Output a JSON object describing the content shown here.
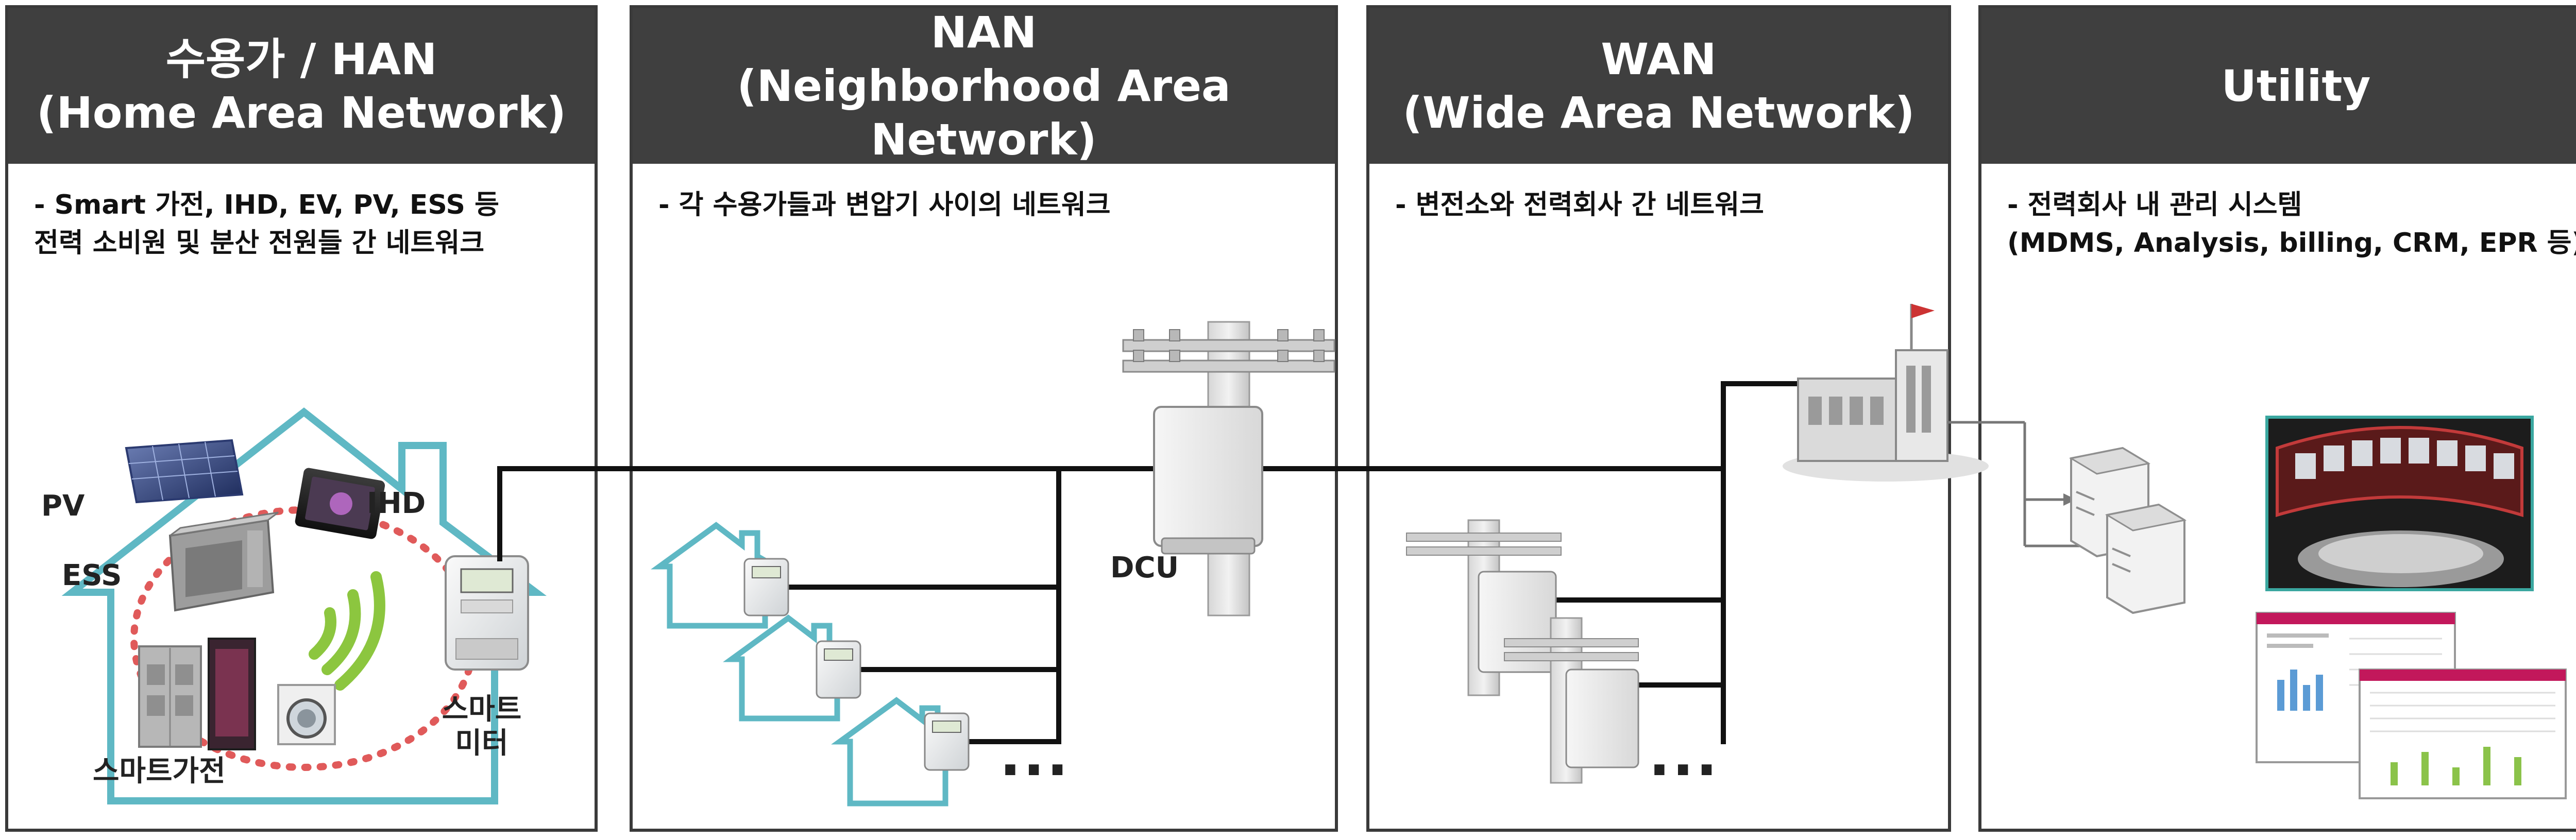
{
  "panels": [
    {
      "title": "수용가 / HAN",
      "subtitle": "(Home Area Network)",
      "desc_lines": [
        "- Smart 가전, IHD, EV, PV, ESS 등",
        "전력 소비원 및 분산 전원들 간 네트워크"
      ]
    },
    {
      "title": "NAN",
      "subtitle": "(Neighborhood Area Network)",
      "desc_lines": [
        "- 각 수용가들과 변압기 사이의 네트워크"
      ]
    },
    {
      "title": "WAN",
      "subtitle": "(Wide Area Network)",
      "desc_lines": [
        "- 변전소와 전력회사 간 네트워크"
      ]
    },
    {
      "title": "Utility",
      "subtitle": "",
      "desc_lines": [
        "- 전력회사 내 관리 시스템",
        "(MDMS, Analysis, billing,  CRM, EPR 등)"
      ]
    }
  ],
  "labels": {
    "pv": "PV",
    "ess": "ESS",
    "ihd": "IHD",
    "smart_appliance": "스마트가전",
    "smart_meter_1": "스마트",
    "smart_meter_2": "미터",
    "dcu": "DCU",
    "ellipsis": "···"
  },
  "colors": {
    "header_bg": "#3f3f3f",
    "house_outline": "#5fb8c4",
    "dotted_circle": "#e05a5a",
    "wifi": "#8cc63f",
    "line": "#111111"
  }
}
